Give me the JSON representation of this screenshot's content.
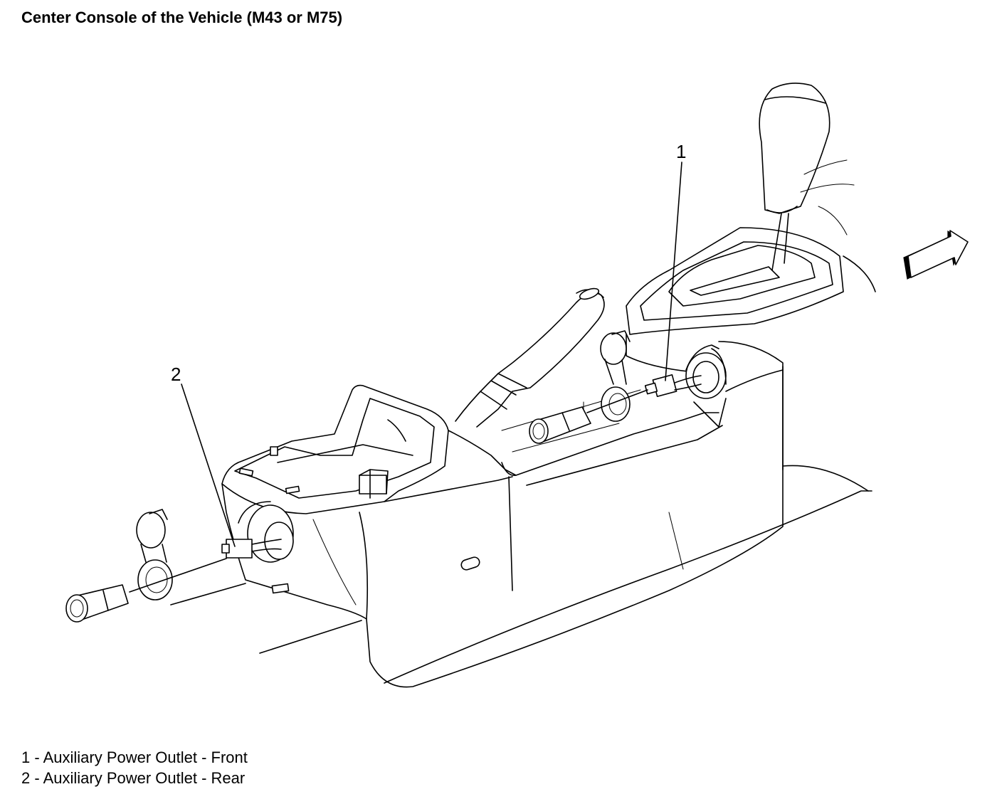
{
  "title": "Center Console of the Vehicle (M43 or M75)",
  "callouts": [
    {
      "number": "1",
      "name": "Auxiliary Power Outlet - Front"
    },
    {
      "number": "2",
      "name": "Auxiliary Power Outlet - Rear"
    }
  ],
  "legend": [
    "1 - Auxiliary Power Outlet - Front",
    "2 - Auxiliary Power Outlet - Rear"
  ]
}
